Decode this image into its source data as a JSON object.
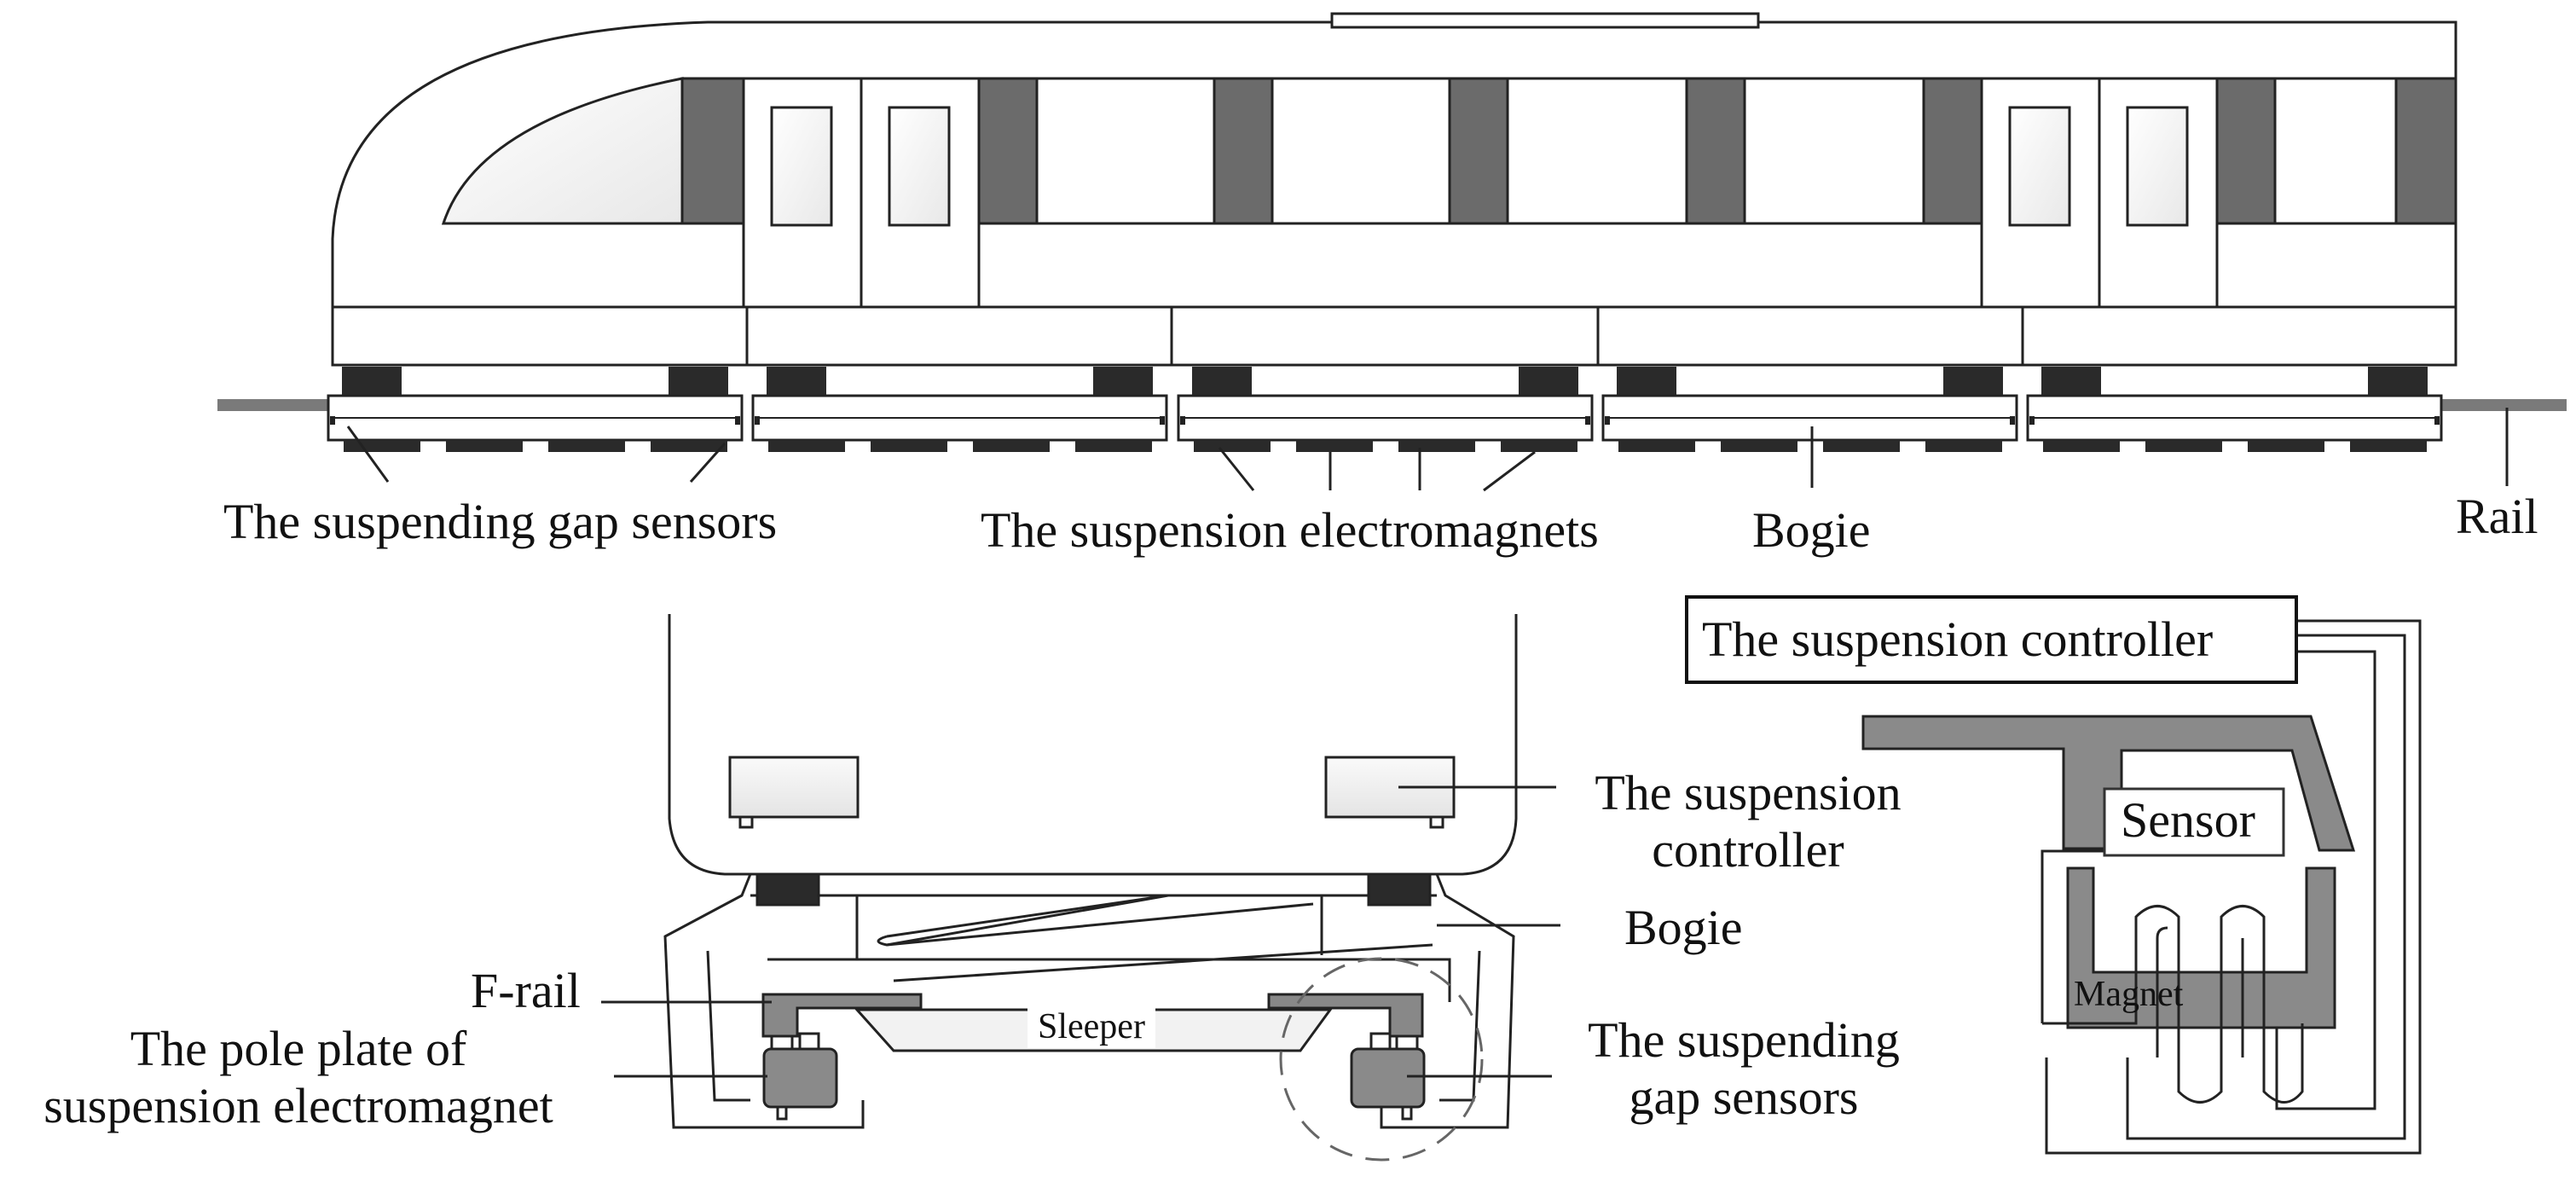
{
  "labels": {
    "gap_sensors_top": "The suspending gap sensors",
    "electromagnets": "The suspension electromagnets",
    "bogie_top": "Bogie",
    "rail": "Rail",
    "suspension_controller_box": "The suspension controller",
    "controller_line1": "The suspension",
    "controller_line2": "controller",
    "bogie_mid": "Bogie",
    "f_rail": "F-rail",
    "pole_plate_line1": "The pole plate of",
    "pole_plate_line2": "suspension electromagnet",
    "sleeper": "Sleeper",
    "gap_sensors_line1": "The suspending",
    "gap_sensors_line2": "gap sensors",
    "sensor": "Sensor",
    "magnet": "Magnet"
  },
  "colors": {
    "line": "#222222",
    "dark_window": "#6b6b6b",
    "black_pad": "#2a2a2a",
    "magnet_gray": "#8a8a8a",
    "rail_gray": "#7a7a7a",
    "light_fill": "#f2f2f2"
  }
}
